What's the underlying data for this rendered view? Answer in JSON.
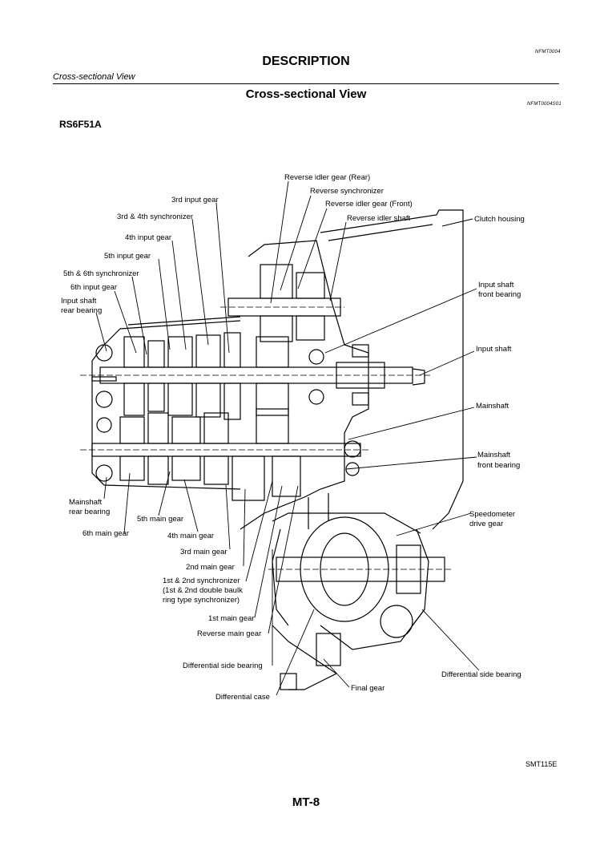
{
  "header": {
    "ref_code": "NFMT0004",
    "title": "DESCRIPTION",
    "section": "Cross-sectional View"
  },
  "content": {
    "title": "Cross-sectional View",
    "ref_code": "NFMT0004S01",
    "model": "RS6F51A"
  },
  "diagram": {
    "labels": {
      "rev_idler_rear": "Reverse idler gear (Rear)",
      "rev_sync": "Reverse synchronizer",
      "rev_idler_front": "Reverse idler gear (Front)",
      "rev_idler_shaft": "Reverse idler shaft",
      "clutch_housing": "Clutch housing",
      "in3": "3rd input gear",
      "sync34": "3rd & 4th synchronizer",
      "in4": "4th input gear",
      "in5": "5th input gear",
      "sync56": "5th & 6th synchronizer",
      "in6": "6th input gear",
      "isrb_1": "Input shaft",
      "isrb_2": "rear bearing",
      "isfb_1": "Input shaft",
      "isfb_2": "front bearing",
      "input_shaft": "Input shaft",
      "mainshaft": "Mainshaft",
      "msfb_1": "Mainshaft",
      "msfb_2": "front bearing",
      "msrb_1": "Mainshaft",
      "msrb_2": "rear bearing",
      "m5": "5th main gear",
      "m6": "6th main gear",
      "m4": "4th main gear",
      "m3": "3rd main gear",
      "m2": "2nd main gear",
      "sync12_1": "1st & 2nd synchronizer",
      "sync12_2": "(1st & 2nd double baulk",
      "sync12_3": "ring type synchronizer)",
      "m1": "1st main gear",
      "rev_main": "Reverse main gear",
      "speedo_1": "Speedometer",
      "speedo_2": "drive gear",
      "diff_side_l": "Differential side bearing",
      "diff_side_r": "Differential side bearing",
      "final_gear": "Final gear",
      "diff_case": "Differential case"
    },
    "figure_id": "SMT115E"
  },
  "footer": {
    "page": "MT-8"
  }
}
